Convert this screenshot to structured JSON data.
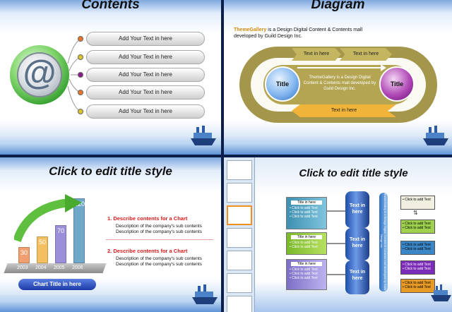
{
  "slide1": {
    "title": "Contents",
    "items": [
      "Add Your Text in here",
      "Add Your Text in here",
      "Add Your Text in here",
      "Add Your Text in here",
      "Add Your Text in here"
    ],
    "dot_colors": [
      "#e8752a",
      "#d9c52a",
      "#8a1a8a",
      "#e8752a",
      "#d9c52a"
    ],
    "at_symbol": "@"
  },
  "slide2": {
    "title": "Diagram",
    "brand": "ThemeGallery",
    "intro_rest": " is a Design Digital Content & Contents mall developed by Guild Design Inc.",
    "arrow_top_1": "Text in here",
    "arrow_top_2": "Text in here",
    "arrow_bottom": "Text in here",
    "circle_left": "Title",
    "circle_right": "Title",
    "center_text": "ThemeGallery is a Design Digital Content & Contents mall developed by Guild Design Inc."
  },
  "slide3": {
    "title": "Click to edit title style",
    "bars": [
      {
        "year": "2003",
        "value": 30,
        "color": "#f0a070"
      },
      {
        "year": "2004",
        "value": 50,
        "color": "#f2c060"
      },
      {
        "year": "2005",
        "value": 70,
        "color": "#9a8fd8"
      },
      {
        "year": "2006",
        "value": 120,
        "color": "#6fa8c8"
      }
    ],
    "chart_button": "Chart Title in here",
    "point1_title": "1. Describe contents for a Chart",
    "point2_title": "2. Describe contents for a Chart",
    "desc": "Description of the company's sub contents"
  },
  "slide4": {
    "title": "Click to edit title style",
    "left_box_title": "Title in here",
    "click_text": "• Click to add Text",
    "cyl_text": "Text in here",
    "vertical_label": "ThemeGallery is a Design Digital Content & Contents mall developed by Guild Design Inc.",
    "right_colors": [
      "#f0efe0",
      "#9fd14f",
      "#3b86c6",
      "#7a2bb7",
      "#e89a26"
    ]
  }
}
